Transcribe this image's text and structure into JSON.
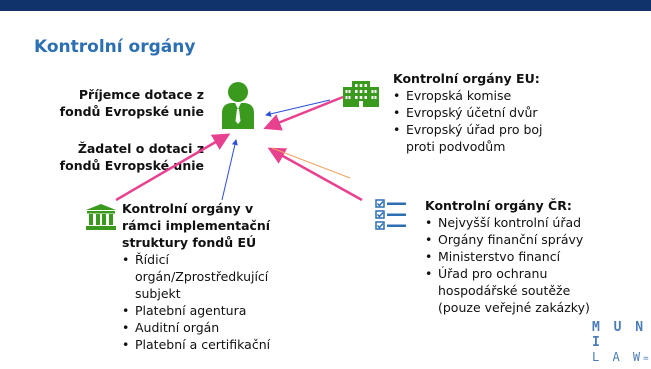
{
  "slide": {
    "title": "Kontrolní orgány"
  },
  "left": {
    "recipient": [
      "Příjemce dotace z",
      "fondů Evropské unie"
    ],
    "applicant": [
      "Žadatel o dotaci z",
      "fondů Evropské unie"
    ]
  },
  "eu": {
    "heading": "Kontrolní orgány EU:",
    "items": [
      "Evropská komise",
      "Evropský účetní dvůr",
      "Evropský úřad pro boj",
      "proti podvodům"
    ]
  },
  "impl": {
    "heading": [
      "Kontrolní orgány v",
      "rámci implementační",
      "struktury fondů EÚ"
    ],
    "items": [
      "Řídicí",
      "orgán/Zprostředkující",
      "subjekt",
      "Platební agentura",
      "Auditní orgán",
      "Platební a certifikační"
    ]
  },
  "cr": {
    "heading": "Kontrolní orgány ČR:",
    "items": [
      "Nejvyšší kontrolní úřad",
      "Orgány finanční správy",
      "Ministerstvo financí",
      "Úřad pro ochranu",
      "hospodářské soutěže",
      "(pouze veřejné zakázky)"
    ]
  },
  "logo": {
    "line1": "M U N I",
    "line2": "L A W"
  },
  "icons": {
    "person": "person-icon",
    "building": "building-icon",
    "institution": "institution-icon",
    "checklist": "checklist-icon"
  },
  "colors": {
    "topbar": "#10336b",
    "title": "#2c6fb3",
    "icon_green": "#3a9a1e",
    "arrow_pink": "#e8418f",
    "arrow_blue": "#2b4fd8"
  }
}
